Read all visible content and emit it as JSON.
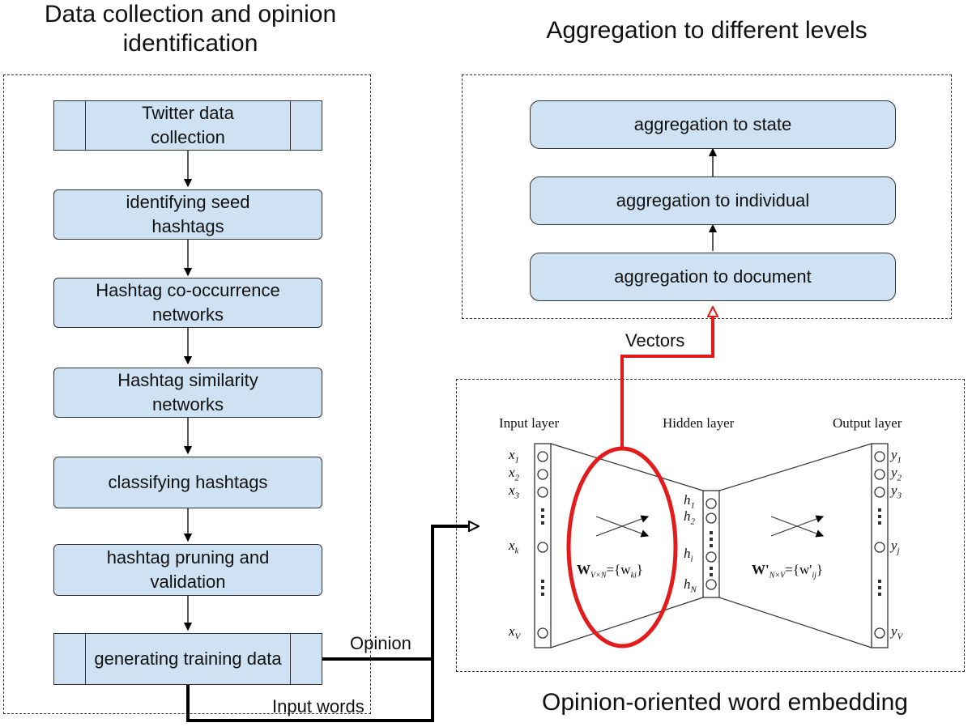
{
  "left": {
    "title": "Data collection and opinion identification",
    "steps": [
      "Twitter data collection",
      "identifying seed hashtags",
      "Hashtag co-occurrence networks",
      "Hashtag similarity networks",
      "classifying hashtags",
      "hashtag pruning and validation",
      "generating training data"
    ]
  },
  "right_top": {
    "title": "Aggregation to different levels",
    "levels": [
      "aggregation to state",
      "aggregation to individual",
      "aggregation to document"
    ]
  },
  "right_bottom": {
    "title": "Opinion-oriented word embedding"
  },
  "connectors": {
    "opinion": "Opinion",
    "input_words": "Input words",
    "vectors": "Vectors"
  },
  "network": {
    "input_layer": "Input layer",
    "hidden_layer": "Hidden layer",
    "output_layer": "Output layer",
    "inputs": [
      "x",
      "x",
      "x",
      "x",
      "x"
    ],
    "input_subs": [
      "1",
      "2",
      "3",
      "k",
      "V"
    ],
    "hiddens": [
      "h",
      "h",
      "h",
      "h"
    ],
    "hidden_subs": [
      "1",
      "2",
      "i",
      "N"
    ],
    "outputs": [
      "y",
      "y",
      "y",
      "y",
      "y"
    ],
    "output_subs": [
      "1",
      "2",
      "3",
      "j",
      "V"
    ],
    "w_in": "W",
    "w_in_sub": "V×N",
    "w_in_rhs": "={w",
    "w_in_rhs_sub": "ki",
    "w_in_close": "}",
    "w_out": "W'",
    "w_out_sub": "N×V",
    "w_out_rhs": "={w'",
    "w_out_rhs_sub": "ij",
    "w_out_close": "}"
  },
  "colors": {
    "box_fill": "#cfe2f3",
    "highlight": "#e31b1b",
    "line": "#000000"
  }
}
